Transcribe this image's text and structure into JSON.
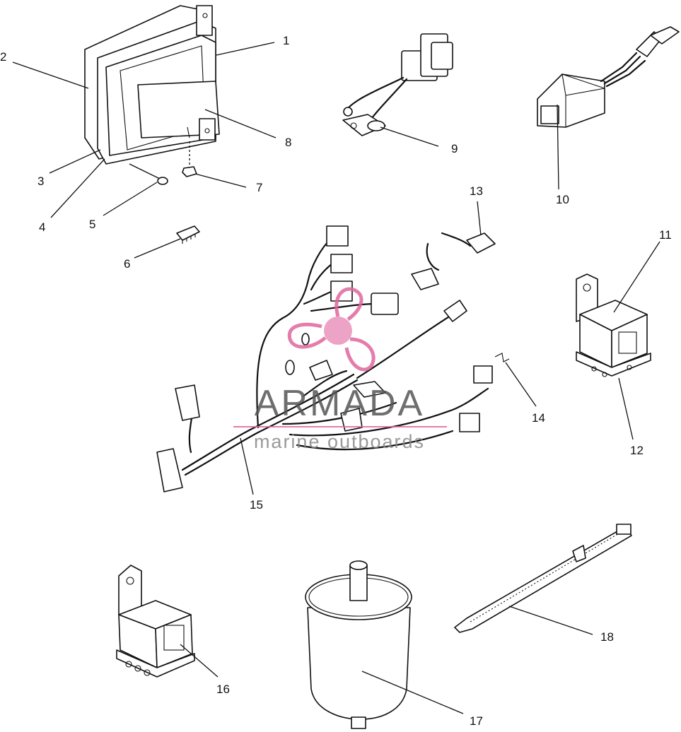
{
  "callouts": [
    "1",
    "2",
    "3",
    "4",
    "5",
    "6",
    "7",
    "8",
    "9",
    "10",
    "11",
    "12",
    "13",
    "14",
    "15",
    "16",
    "17",
    "18"
  ],
  "watermark": {
    "brand": "ARMADA",
    "tagline": "marine outboards",
    "color": "#e0669e"
  }
}
